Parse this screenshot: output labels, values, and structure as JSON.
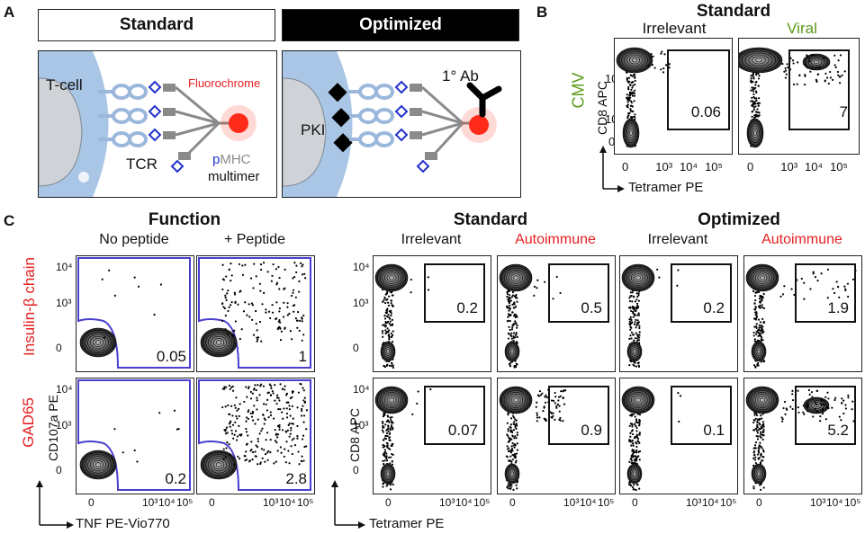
{
  "panel_a": {
    "letter": "A",
    "standard_label": "Standard",
    "optimized_label": "Optimized",
    "tcell_label": "T-cell",
    "tcr_label": "TCR",
    "fluorochrome_label": "Fluorochrome",
    "pmhc_p": "p",
    "pmhc_rest": "MHC",
    "multimer_label": "multimer",
    "pki_label": "PKI",
    "ab_label": "1° Ab",
    "colors": {
      "cell": "#a9c6e6",
      "nucleus": "#cfd3d8",
      "fluor": "#ff2a1a",
      "tcr": "#9bb8dc",
      "mhc": "#8a8a8a",
      "peptide": "#2233cc"
    }
  },
  "panel_b": {
    "letter": "B",
    "title": "Standard",
    "row_label": "CMV",
    "plot_labels": [
      "Irrelevant",
      "Viral"
    ],
    "percentages": [
      "0.06",
      "7"
    ],
    "y_axis": "CD8 APC",
    "x_axis": "Tetramer PE",
    "y_ticks": [
      "10⁴",
      "10³",
      "0"
    ],
    "x_ticks": [
      "0",
      "10³",
      "10⁴",
      "10⁵"
    ]
  },
  "panel_c": {
    "letter": "C",
    "function_title": "Function",
    "function_cols": [
      "No peptide",
      "+ Peptide"
    ],
    "standard_title": "Standard",
    "optimized_title": "Optimized",
    "tet_cols": [
      "Irrelevant",
      "Autoimmune",
      "Irrelevant",
      "Autoimmune"
    ],
    "row_labels": [
      "Insulin-β chain",
      "GAD65"
    ],
    "function_pcts": [
      [
        "0.05",
        "1"
      ],
      [
        "0.2",
        "2.8"
      ]
    ],
    "tet_pcts": [
      [
        "0.2",
        "0.5",
        "0.2",
        "1.9"
      ],
      [
        "0.07",
        "0.9",
        "0.1",
        "5.2"
      ]
    ],
    "func_y_axis": "CD107a PE",
    "func_x_axis": "TNF PE-Vio770",
    "tet_y_axis": "CD8 APC",
    "tet_x_axis": "Tetramer PE",
    "y_ticks": [
      "10⁴",
      "10³",
      "0"
    ],
    "x_ticks": [
      "0",
      "10³",
      "10⁴",
      "10⁵"
    ],
    "gate_color": "#4a3fd0"
  }
}
